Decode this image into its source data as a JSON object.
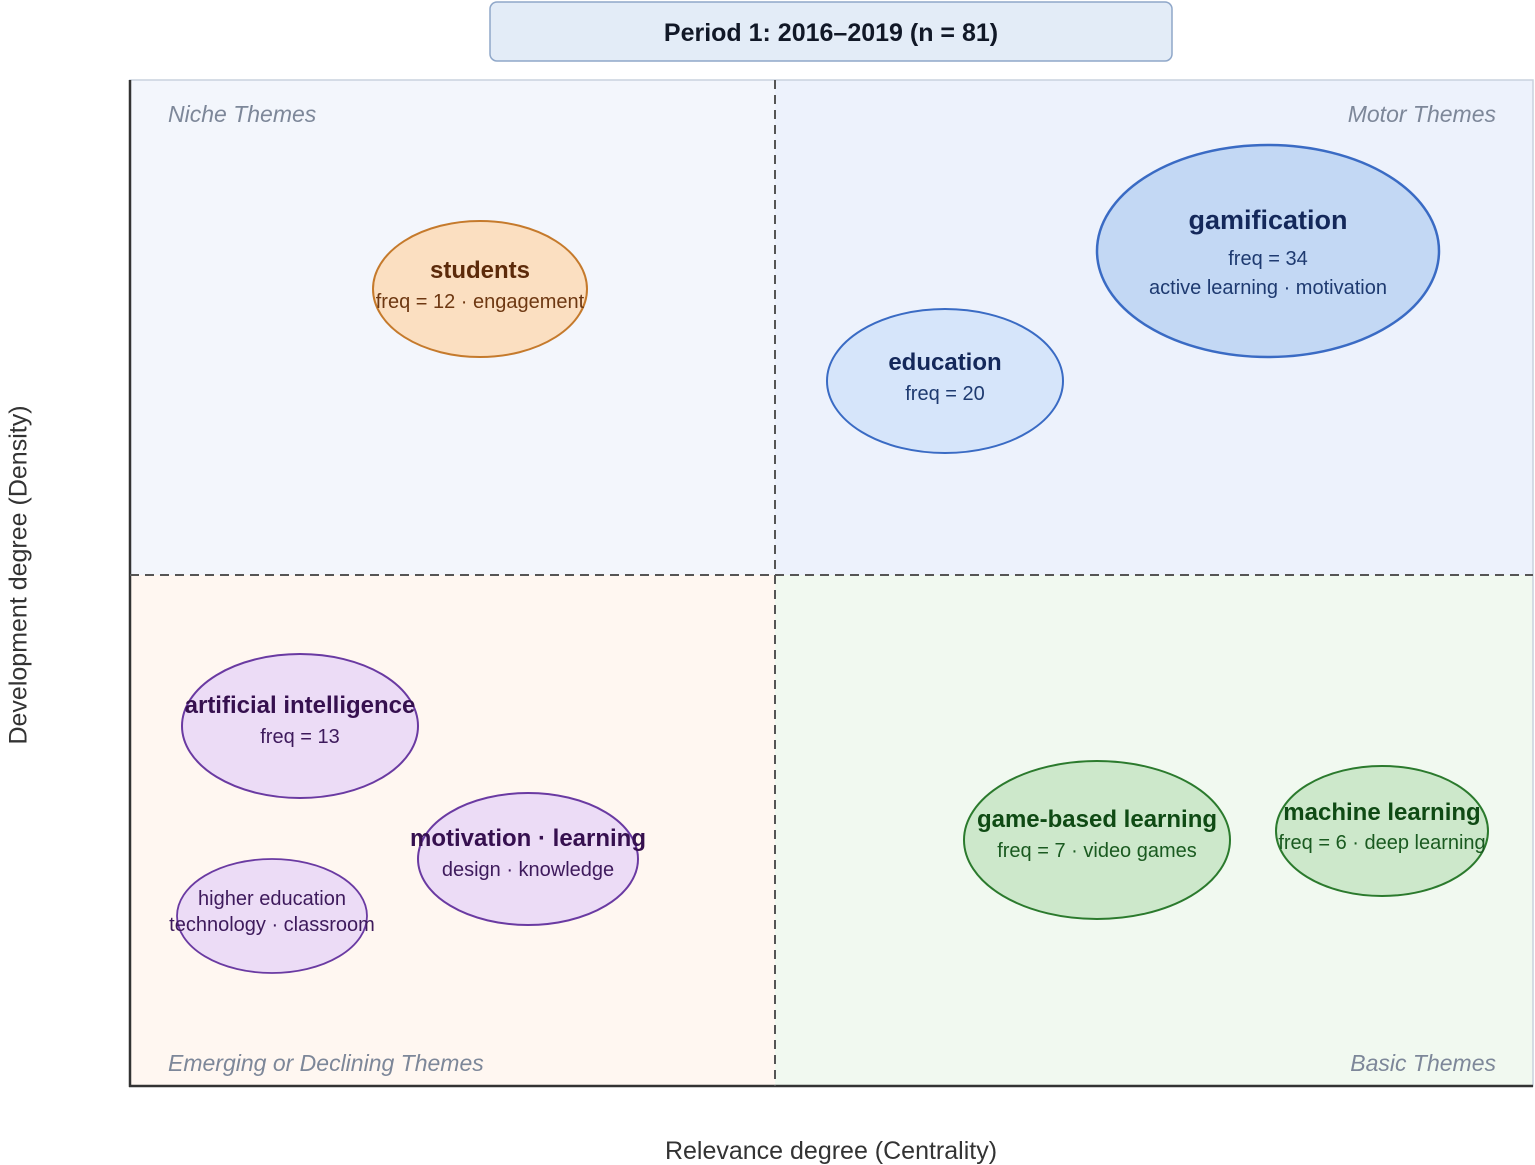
{
  "title": "Period 1: 2016–2019 (n = 81)",
  "axes": {
    "x_label": "Relevance degree (Centrality)",
    "y_label": "Development degree (Density)"
  },
  "quadrants": {
    "niche": "Niche Themes",
    "motor": "Motor Themes",
    "emerging": "Emerging or Declining Themes",
    "basic": "Basic Themes"
  },
  "colors": {
    "niche_bg": "#f3f6fc",
    "motor_bg": "#edf2fc",
    "emerging_bg": "#fff7f1",
    "basic_bg": "#f1f9f0",
    "blue_fill": "#c3d8f4",
    "blue_stroke": "#3a6bc4",
    "lightblue_fill": "#d6e5fa",
    "orange_fill": "#fbdfc1",
    "orange_stroke": "#c57a2c",
    "purple_fill": "#ecdcf6",
    "purple_stroke": "#6a3aa2",
    "green_fill": "#cde8cb",
    "green_stroke": "#2b7a2d"
  },
  "themes": [
    {
      "title": "gamification",
      "lines": [
        "freq = 34",
        "active learning · motivation"
      ]
    },
    {
      "title": "education",
      "lines": [
        "freq = 20"
      ]
    },
    {
      "title": "students",
      "lines": [
        "freq = 12 · engagement"
      ]
    },
    {
      "title": "artificial intelligence",
      "lines": [
        "freq = 13"
      ]
    },
    {
      "title": "motivation · learning",
      "lines": [
        "design · knowledge"
      ]
    },
    {
      "title": "",
      "lines": [
        "higher education",
        "technology · classroom"
      ]
    },
    {
      "title": "game-based learning",
      "lines": [
        "freq = 7 · video games"
      ]
    },
    {
      "title": "machine learning",
      "lines": [
        "freq = 6 · deep learning"
      ]
    }
  ]
}
